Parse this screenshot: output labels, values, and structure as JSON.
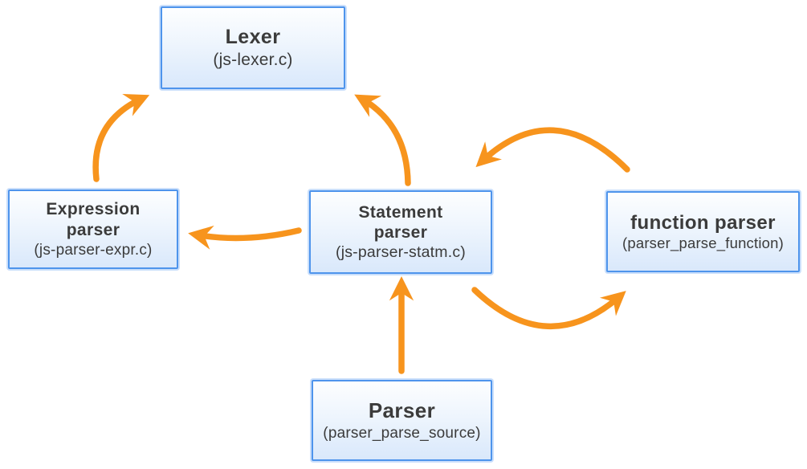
{
  "diagram": {
    "nodes": {
      "lexer": {
        "title": "Lexer",
        "subtitle": "(js-lexer.c)"
      },
      "expression_parser": {
        "title": "Expression parser",
        "subtitle": "(js-parser-expr.c)"
      },
      "statement_parser": {
        "title": "Statement parser",
        "subtitle": "(js-parser-statm.c)"
      },
      "function_parser": {
        "title": "function parser",
        "subtitle": "(parser_parse_function)"
      },
      "parser": {
        "title": "Parser",
        "subtitle": "(parser_parse_source)"
      }
    },
    "edges": [
      {
        "from": "expression_parser",
        "to": "lexer"
      },
      {
        "from": "statement_parser",
        "to": "lexer"
      },
      {
        "from": "statement_parser",
        "to": "expression_parser"
      },
      {
        "from": "function_parser",
        "to": "statement_parser"
      },
      {
        "from": "statement_parser",
        "to": "function_parser"
      },
      {
        "from": "parser",
        "to": "statement_parser"
      }
    ],
    "colors": {
      "arrow": "#F7941D",
      "box_border": "#4E94EC",
      "box_glow": "#9EC5F8",
      "box_fill_top": "#FDFEFF",
      "box_fill_bottom": "#D9E8FB",
      "text": "#3B3B3B",
      "background": "#FFFFFF"
    }
  }
}
